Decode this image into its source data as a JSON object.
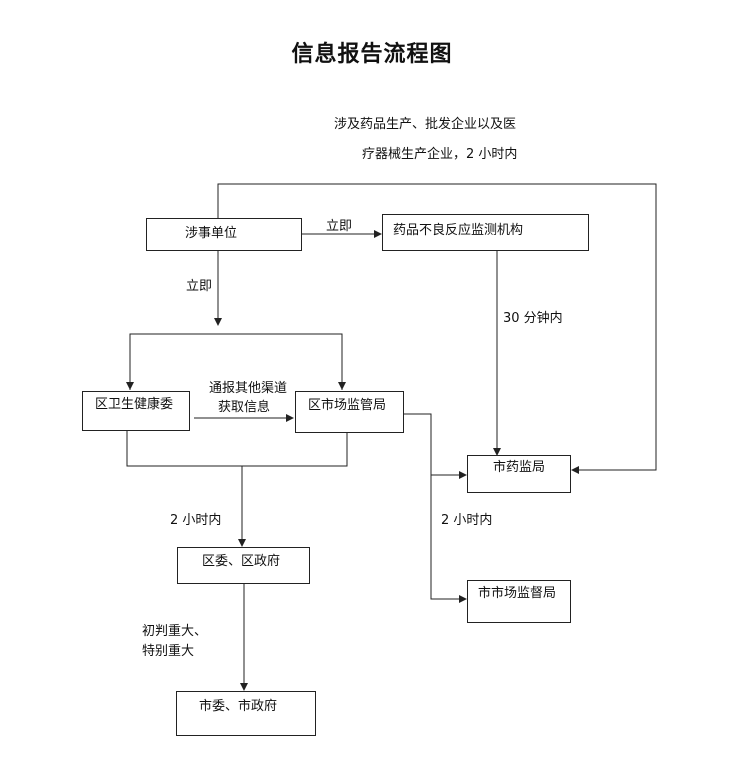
{
  "title": "信息报告流程图",
  "nodes": {
    "reporting_unit": "涉事单位",
    "adr_monitor": "药品不良反应监测机构",
    "district_health": "区卫生健康委",
    "district_market": "区市场监管局",
    "city_drug": "市药监局",
    "district_gov": "区委、区政府",
    "city_market": "市市场监督局",
    "city_gov": "市委、市政府"
  },
  "edge_labels": {
    "pharma_line1": "涉及药品生产、批发企业以及医",
    "pharma_line2": "疗器械生产企业，2 小时内",
    "immediately_right": "立即",
    "immediately_down": "立即",
    "thirty_min": "30 分钟内",
    "other_channels_line1": "通报其他渠道",
    "other_channels_line2": "获取信息",
    "two_hours_left": "2 小时内",
    "two_hours_right": "2 小时内",
    "major_line1": "初判重大、",
    "major_line2": "特别重大"
  }
}
